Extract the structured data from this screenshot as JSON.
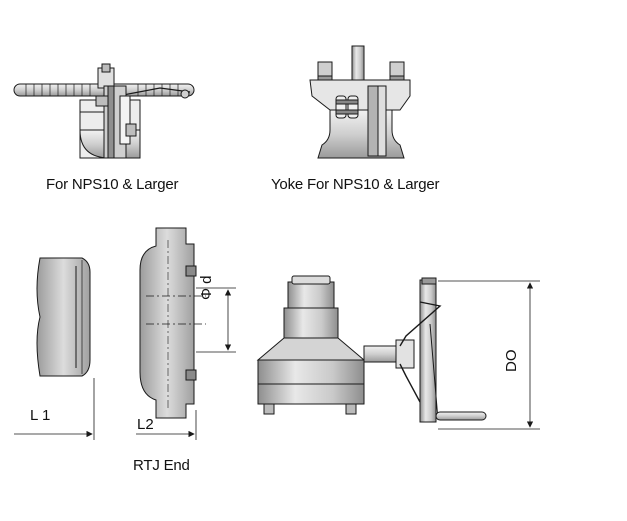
{
  "captions": {
    "handwheel": "For NPS10 & Larger",
    "yoke_prefix": "Yoke ",
    "yoke_bold1": "For NPS10",
    "yoke_mid": " & ",
    "yoke_suffix": "Larger",
    "rtj": "RTJ End"
  },
  "dimensions": {
    "l1": "L 1",
    "l2": "L2",
    "phi_d": "Φ d",
    "do": "DO"
  },
  "colors": {
    "line": "#1a1a1a",
    "body_fill": "#d9d9d9",
    "body_dark": "#a8a8a8",
    "body_light": "#eeeeee"
  }
}
